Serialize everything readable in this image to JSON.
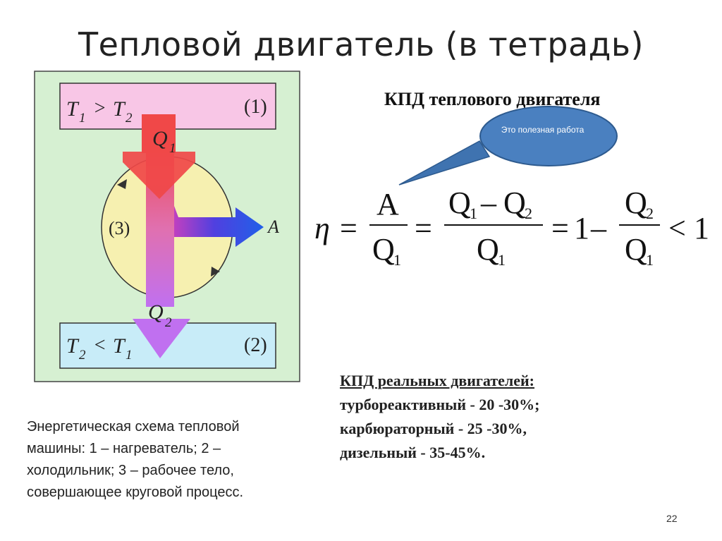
{
  "title": "Тепловой двигатель (в тетрадь)",
  "diagram": {
    "heater": {
      "t1": "T",
      "t1_sub": "1",
      "rel": ">",
      "t2": "T",
      "t2_sub": "2",
      "num": "(1)"
    },
    "cooler": {
      "t1": "T",
      "t1_sub": "2",
      "rel": "<",
      "t2": "T",
      "t2_sub": "1",
      "num": "(2)"
    },
    "body_num": "(3)",
    "q1": "Q",
    "q1_sub": "1",
    "q2": "Q",
    "q2_sub": "2",
    "work": "A",
    "colors": {
      "frame": "#d6f0d2",
      "heater": "#f8c6e6",
      "cooler": "#c8ecf8",
      "circle": "#f6f0b0",
      "arrow_hot": "#f04848",
      "arrow_cold": "#c070f0",
      "arrow_work": "#2060e8"
    }
  },
  "kpd": {
    "title": "КПД теплового двигателя",
    "callout": "Это полезная работа",
    "formula": {
      "eta": "η",
      "eq": "=",
      "a": "A",
      "q": "Q",
      "s1": "1",
      "s2": "2",
      "minus": "–",
      "one": "1",
      "lt": "<"
    }
  },
  "caption": [
    "Энергетическая схема тепловой",
    "машины: 1 – нагреватель; 2 –",
    "холодильник; 3 – рабочее тело,",
    "совершающее круговой процесс."
  ],
  "real": {
    "heading": "КПД реальных двигателей:",
    "items": [
      "турбореактивный - 20 -30%;",
      "карбюраторный - 25 -30%,",
      "дизельный - 35-45%."
    ]
  },
  "page_number": "22"
}
